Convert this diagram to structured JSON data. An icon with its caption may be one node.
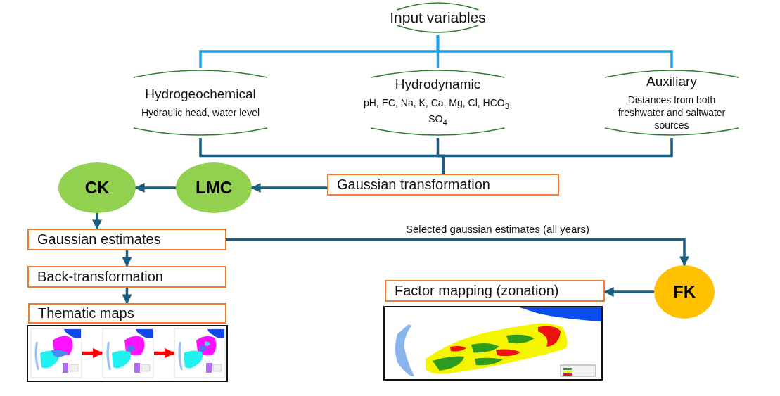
{
  "diagram": {
    "nodes": [
      {
        "text": [
          "Input variables"
        ]
      },
      {
        "text": [
          "Hydrogeochemical",
          "Hydraulic head, water level"
        ]
      },
      {
        "text": [
          "Hydrodynamic",
          "pH, EC, Na, K, Ca, Mg, Cl, HCO$_{3}$, SO$_{4}$"
        ]
      },
      {
        "text": [
          "Auxiliary",
          "Distances from both freshwater and saltwater sources"
        ]
      },
      {
        "text": [
          "Gaussian transformation"
        ]
      },
      {
        "text": [
          "LMC"
        ]
      },
      {
        "text": [
          "CK"
        ]
      },
      {
        "text": [
          "Gaussian estimates"
        ]
      },
      {
        "text": [
          "Back-transformation"
        ]
      },
      {
        "text": [
          "Thematic maps"
        ]
      },
      {
        "text": [],
        "shape": "picture"
      },
      {
        "text": [],
        "shape": "picture"
      },
      {
        "text": [],
        "shape": "picture"
      },
      {
        "text": [
          "FK"
        ]
      },
      {
        "text": [
          "Factor mapping (zonation)"
        ]
      },
      {
        "text": [],
        "shape": "picture"
      }
    ],
    "edges": [
      {
        "from": 0,
        "to": 1,
        "arrow": "none",
        "color": "#1ba1e2"
      },
      {
        "from": 0,
        "to": 2,
        "arrow": "none",
        "color": "#1ba1e2"
      },
      {
        "from": 0,
        "to": 3,
        "arrow": "none",
        "color": "#1ba1e2"
      },
      {
        "from": 1,
        "to": 4,
        "arrow": "none"
      },
      {
        "from": 2,
        "to": 4,
        "arrow": "none"
      },
      {
        "from": 3,
        "to": 4,
        "arrow": "none"
      },
      {
        "from": 4,
        "to": 5,
        "arrow": "to"
      },
      {
        "from": 5,
        "to": 6,
        "arrow": "to"
      },
      {
        "from": 6,
        "to": 7,
        "arrow": "to"
      },
      {
        "from": 7,
        "to": 8,
        "arrow": "to"
      },
      {
        "from": 8,
        "to": 9,
        "arrow": "to"
      },
      {
        "from": 10,
        "to": 11,
        "arrow": "to",
        "color": "#ff0000"
      },
      {
        "from": 11,
        "to": 12,
        "arrow": "to",
        "color": "#ff0000"
      },
      {
        "from": 7,
        "to": 13,
        "arrow": "to",
        "label": "Selected gaussian estimates (all years)"
      },
      {
        "from": 13,
        "to": 14,
        "arrow": "to"
      }
    ]
  }
}
